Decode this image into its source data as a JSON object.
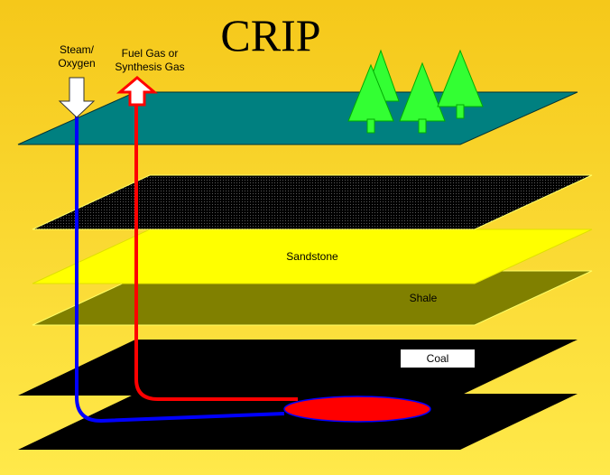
{
  "title": "CRIP",
  "injection": {
    "label_line1": "Steam/",
    "label_line2": "Oxygen",
    "color": "#0000ff"
  },
  "production": {
    "label_line1": "Fuel Gas or",
    "label_line2": "Synthesis Gas",
    "color": "#ff0000"
  },
  "layers": {
    "sandstone": "Sandstone",
    "shale": "Shale",
    "coal": "Coal"
  },
  "colors": {
    "background_top": "#f5c81a",
    "background_bottom": "#ffe94a",
    "surface": "#008080",
    "sandstone": "#ffff00",
    "shale": "#808000",
    "coal": "#000000",
    "trees": "#33ff33",
    "cavity": "#ff0000"
  }
}
